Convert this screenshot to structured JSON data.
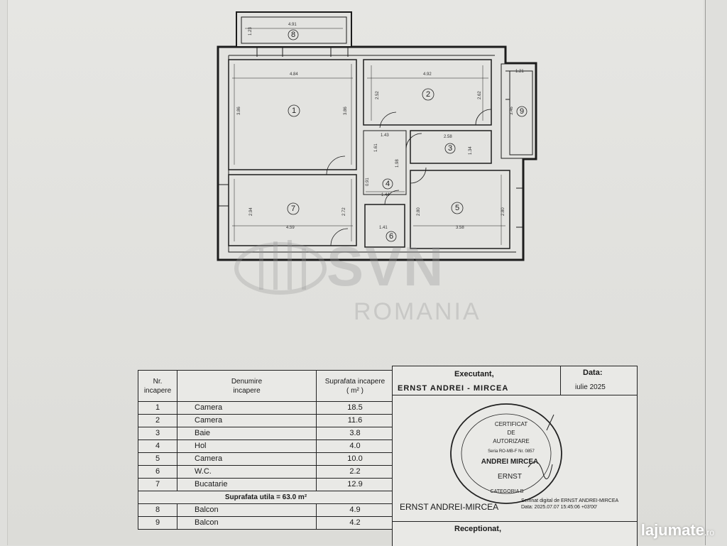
{
  "plan": {
    "rooms": [
      {
        "id": "1",
        "dim_w": "4.84",
        "dim_h1": "3.86",
        "dim_h2": "3.86"
      },
      {
        "id": "2",
        "dim_w": "4.92",
        "dim_h1": "2.52",
        "dim_h2": "2.62"
      },
      {
        "id": "3",
        "dim_w": "2.58",
        "dim_h1": "1.34"
      },
      {
        "id": "4",
        "dim_w": "1.44",
        "dim_h1": "1.98"
      },
      {
        "id": "5",
        "dim_w": "3.58",
        "dim_h1": "2.80",
        "dim_h2": "2.80"
      },
      {
        "id": "6",
        "dim_w": "1.41"
      },
      {
        "id": "7",
        "dim_w": "4.59",
        "dim_h1": "2.94",
        "dim_h2": "2.72"
      },
      {
        "id": "8",
        "dim_w": "4.91",
        "dim_h1": "1.23"
      },
      {
        "id": "9",
        "dim_w": "1.21",
        "dim_h1": "3.46"
      }
    ],
    "extra_dims": [
      "1.43",
      "1.61",
      "0.91"
    ]
  },
  "watermark": {
    "main": "SVN",
    "sub": "ROMANIA"
  },
  "table": {
    "headers": {
      "nr": [
        "Nr.",
        "incapere"
      ],
      "name": [
        "Denumire",
        "incapere"
      ],
      "area": [
        "Suprafata incapere",
        "( m² )"
      ]
    },
    "rows": [
      {
        "nr": "1",
        "name": "Camera",
        "area": "18.5"
      },
      {
        "nr": "2",
        "name": "Camera",
        "area": "11.6"
      },
      {
        "nr": "3",
        "name": "Baie",
        "area": "3.8"
      },
      {
        "nr": "4",
        "name": "Hol",
        "area": "4.0"
      },
      {
        "nr": "5",
        "name": "Camera",
        "area": "10.0"
      },
      {
        "nr": "6",
        "name": "W.C.",
        "area": "2.2"
      },
      {
        "nr": "7",
        "name": "Bucatarie",
        "area": "12.9"
      }
    ],
    "total": "Suprafata utila = 63.0 m²",
    "balconies": [
      {
        "nr": "8",
        "name": "Balcon",
        "area": "4.9"
      },
      {
        "nr": "9",
        "name": "Balcon",
        "area": "4.2"
      }
    ]
  },
  "executant": {
    "title": "Executant,",
    "name": "ERNST ANDREI - MIRCEA",
    "date_title": "Data:",
    "date_value": "iulie 2025",
    "stamp": {
      "l1": "CERTIFICAT",
      "l2": "DE",
      "l3": "AUTORIZARE",
      "l4": "Seria RO-MB-F Nr. 0857",
      "l5": "ANDREI MIRCEA",
      "l6": "ERNST",
      "l7": "CATEGORIA B"
    },
    "signer": "ERNST ANDREI-MIRCEA",
    "signature_line1": "Semnat digital de ERNST ANDREI-MIRCEA",
    "signature_line2": "Data: 2025.07.07 15:45:06 +03'00'",
    "receptionat": "Receptionat,"
  },
  "logo": {
    "text": "lajumate",
    "tld": ".ro"
  }
}
